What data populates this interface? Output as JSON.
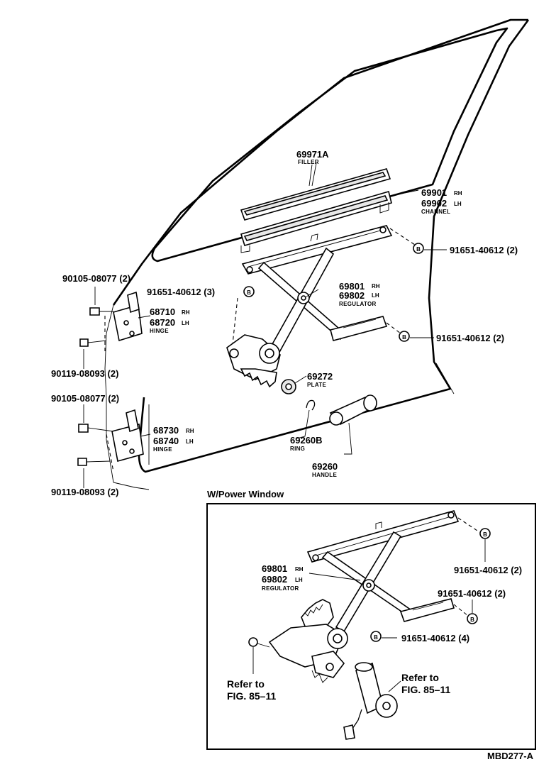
{
  "labels": {
    "filler": {
      "part": "69971A",
      "name": "FILLER"
    },
    "channel": {
      "part_rh": "69901",
      "side_rh": "RH",
      "part_lh": "69902",
      "side_lh": "LH",
      "name": "CHANNEL"
    },
    "bolt_channel": {
      "marker": "B",
      "part": "91651-40612 (2)"
    },
    "bolt_upper_left": {
      "part": "90105-08077 (2)"
    },
    "bolt_reg_left": {
      "part": "91651-40612 (3)",
      "marker": "B"
    },
    "regulator": {
      "part_rh": "69801",
      "side_rh": "RH",
      "part_lh": "69802",
      "side_lh": "LH",
      "name": "REGULATOR"
    },
    "hinge_upper": {
      "part_rh": "68710",
      "side_rh": "RH",
      "part_lh": "68720",
      "side_lh": "LH",
      "name": "HINGE"
    },
    "bolt_reg_right": {
      "marker": "B",
      "part": "91651-40612 (2)"
    },
    "bolt_hinge_upper": {
      "part": "90119-08093 (2)"
    },
    "plate": {
      "part": "69272",
      "name": "PLATE"
    },
    "bolt_lower_left": {
      "part": "90105-08077 (2)"
    },
    "hinge_lower": {
      "part_rh": "68730",
      "side_rh": "RH",
      "part_lh": "68740",
      "side_lh": "LH",
      "name": "HINGE"
    },
    "ring": {
      "part": "69260B",
      "name": "RING"
    },
    "handle": {
      "part": "69260",
      "name": "HANDLE"
    },
    "bolt_hinge_lower": {
      "part": "90119-08093 (2)"
    },
    "power_window": {
      "title": "W/Power Window"
    },
    "pw_bolt_top": {
      "marker": "B",
      "part": "91651-40612 (2)"
    },
    "pw_regulator": {
      "part_rh": "69801",
      "side_rh": "RH",
      "part_lh": "69802",
      "side_lh": "LH",
      "name": "REGULATOR"
    },
    "pw_bolt_mid": {
      "part": "91651-40612 (2)",
      "marker": "B"
    },
    "pw_bolt_motor": {
      "marker": "B",
      "part": "91651-40612 (4)"
    },
    "refer_left": {
      "line1": "Refer to",
      "line2": "FIG. 85–11"
    },
    "refer_right": {
      "line1": "Refer to",
      "line2": "FIG. 85–11"
    },
    "figure_code": "MBD277-A"
  }
}
